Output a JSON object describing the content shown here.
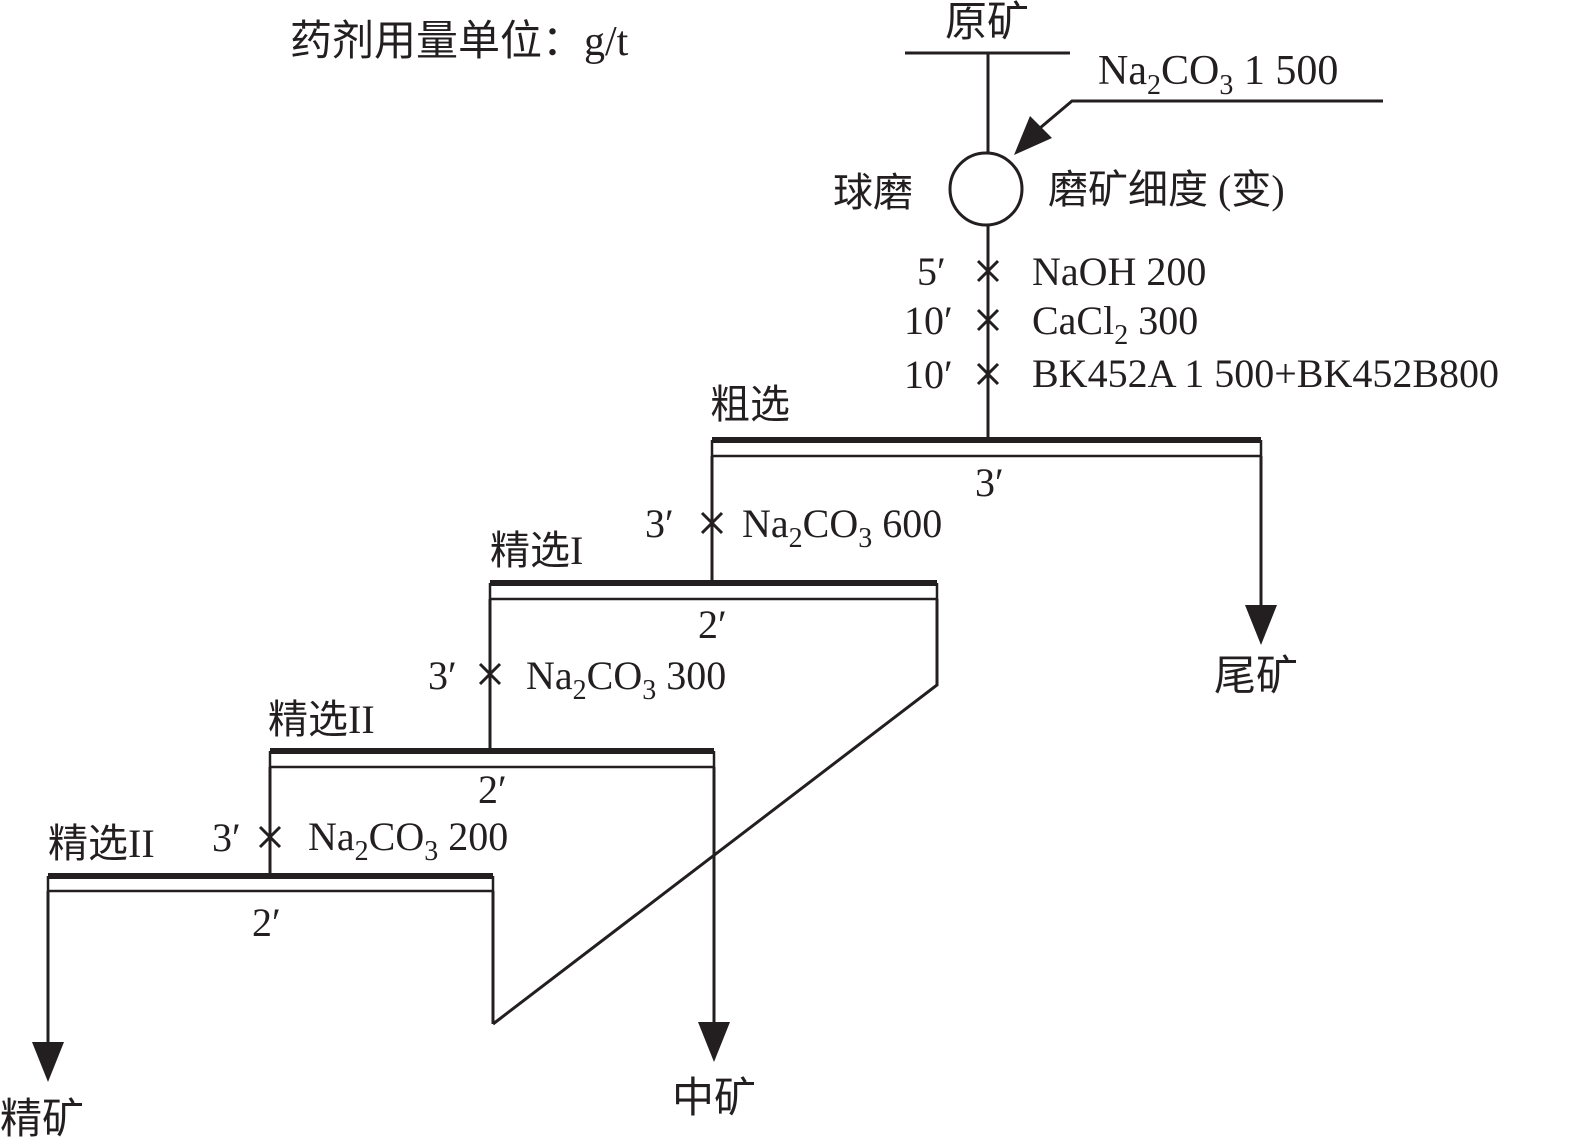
{
  "unit_note": "药剂用量单位：g/t",
  "feed": {
    "label": "原矿"
  },
  "grinding": {
    "label": "球磨",
    "reagent": {
      "name": "Na",
      "sub1": "2",
      "mid": "CO",
      "sub2": "3",
      "dose": " 1 500"
    },
    "condition": "磨矿细度 (变)"
  },
  "conditioning": [
    {
      "time": "5′",
      "reagent": "NaOH 200"
    },
    {
      "time": "10′",
      "reagent_pre": "CaCl",
      "reagent_sub": "2",
      "reagent_post": " 300"
    },
    {
      "time": "10′",
      "reagent": "BK452A 1 500+BK452B800"
    }
  ],
  "rougher": {
    "label": "粗选",
    "time": "3′"
  },
  "cleaner1": {
    "label": "精选I",
    "time": "2′",
    "add_time": "3′",
    "reagent": {
      "name": "Na",
      "sub1": "2",
      "mid": "CO",
      "sub2": "3",
      "dose": " 600"
    }
  },
  "cleaner2": {
    "label": "精选II",
    "time": "2′",
    "add_time": "3′",
    "reagent": {
      "name": "Na",
      "sub1": "2",
      "mid": "CO",
      "sub2": "3",
      "dose": " 300"
    }
  },
  "cleaner3": {
    "label": "精选II",
    "time": "2′",
    "add_time": "3′",
    "reagent": {
      "name": "Na",
      "sub1": "2",
      "mid": "CO",
      "sub2": "3",
      "dose": " 200"
    }
  },
  "products": {
    "tailings": "尾矿",
    "middlings": "中矿",
    "concentrate": "精矿"
  }
}
